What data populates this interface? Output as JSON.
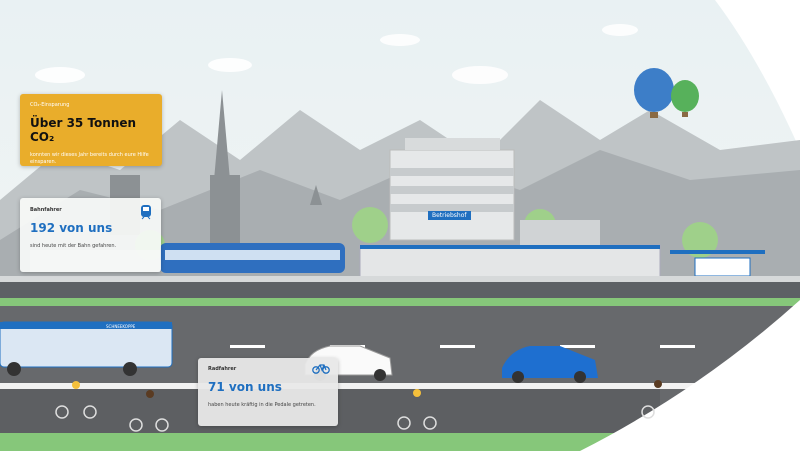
{
  "cards": {
    "co2": {
      "label": "CO₂-Einsparung",
      "headline": "Über 35 Tonnen CO₂",
      "text": "konnten wir dieses Jahr bereits durch eure Hilfe einsparen.",
      "color": "#e9ad2b"
    },
    "train": {
      "label": "Bahnfahrer",
      "headline": "192 von uns",
      "text": "sind heute mit der Bahn gefahren.",
      "icon": "train-icon"
    },
    "bike": {
      "label": "Radfahrer",
      "headline": "71 von uns",
      "text": "haben heute kräftig in die Pedale getreten.",
      "icon": "bicycle-icon"
    }
  },
  "scene": {
    "building_label": "Betriebshof",
    "bus_sign": "SCHNEEKOPPE",
    "accent": "#1f6fc0"
  }
}
